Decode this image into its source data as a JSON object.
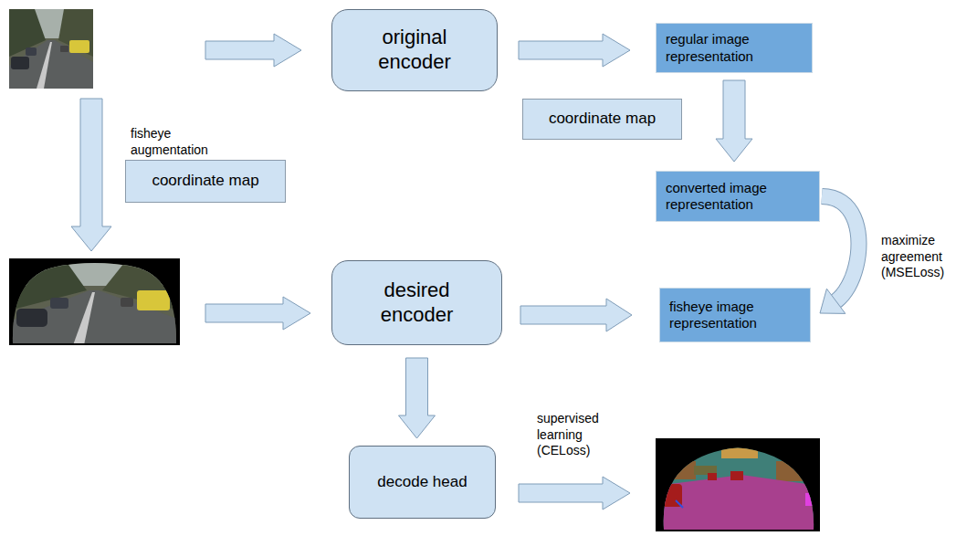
{
  "diagram": {
    "nodes": [
      {
        "text": [
          "original encoder"
        ]
      },
      {
        "text": [
          "regular image representation"
        ]
      },
      {
        "text": [
          "coordinate map"
        ]
      },
      {
        "text": [
          "coordinate map"
        ]
      },
      {
        "text": [
          "converted image representation"
        ]
      },
      {
        "text": [
          "desired encoder"
        ]
      },
      {
        "text": [
          "fisheye image representation"
        ]
      },
      {
        "text": [
          "decode head"
        ]
      }
    ],
    "edges": [
      {
        "from": 1,
        "to": 4,
        "arrow": "to"
      },
      {
        "from": 4,
        "to": 6,
        "label": "maximize agreement (MSELoss)",
        "arrow": "to"
      },
      {
        "from": 5,
        "to": 6,
        "arrow": "to"
      },
      {
        "from": 5,
        "to": 7,
        "arrow": "to"
      }
    ],
    "labels": [
      "fisheye augmentation",
      "supervised learning (CELoss)"
    ]
  }
}
